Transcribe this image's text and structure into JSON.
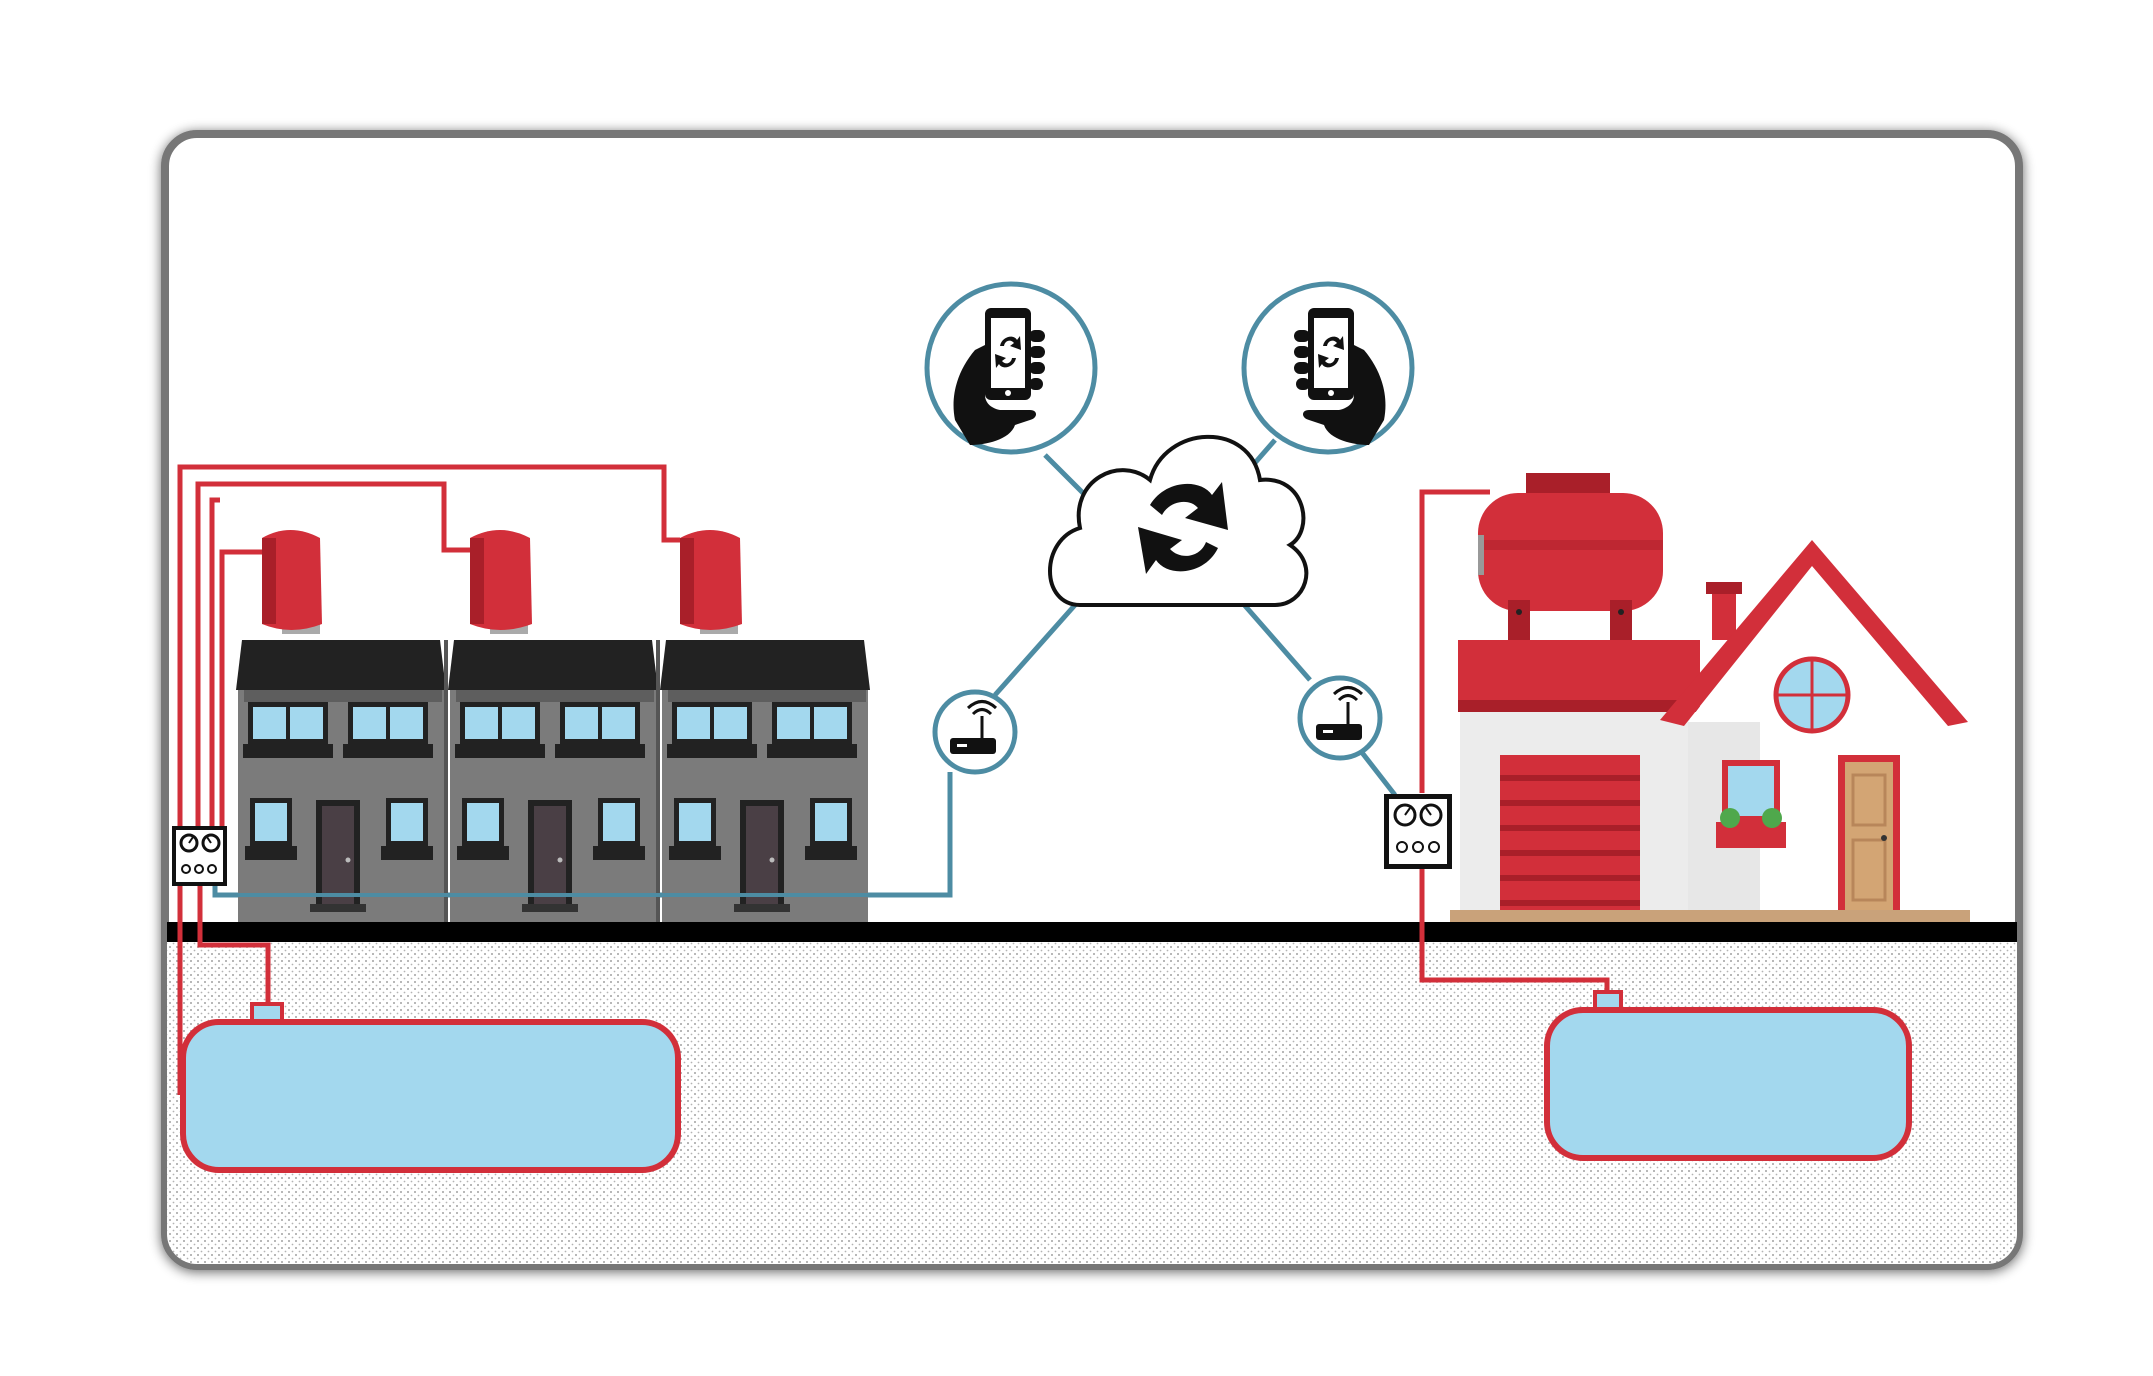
{
  "diagram": {
    "kind": "smart water tank monitoring scene",
    "colors": {
      "pipe": "#d22f3a",
      "tank_red": "#d22f3a",
      "tank_red_dark": "#a91f29",
      "network_line": "#4d8ca3",
      "water": "#a3d8ee",
      "building_grey": "#7b7b7b",
      "roof_dark": "#222222",
      "ground_line": "#000000",
      "frame_border": "#666666"
    },
    "nodes": [
      {
        "id": "cloud",
        "icon": "cloud-sync-icon"
      },
      {
        "id": "phone_left",
        "icon": "hand-phone-sync-icon"
      },
      {
        "id": "phone_right",
        "icon": "hand-phone-sync-icon"
      },
      {
        "id": "gateway_left",
        "icon": "wifi-router-icon"
      },
      {
        "id": "gateway_right",
        "icon": "wifi-router-icon"
      },
      {
        "id": "controller_left",
        "icon": "gauge-panel-icon"
      },
      {
        "id": "controller_right",
        "icon": "gauge-panel-icon"
      },
      {
        "id": "terraced_houses",
        "icon": "terraced-houses-icon"
      },
      {
        "id": "house",
        "icon": "house-icon"
      },
      {
        "id": "underground_tank_left",
        "icon": "underground-tank-icon"
      },
      {
        "id": "underground_tank_right",
        "icon": "underground-tank-icon"
      }
    ],
    "edges": [
      {
        "from": "cloud",
        "to": "phone_left"
      },
      {
        "from": "cloud",
        "to": "phone_right"
      },
      {
        "from": "cloud",
        "to": "gateway_left"
      },
      {
        "from": "cloud",
        "to": "gateway_right"
      },
      {
        "from": "gateway_left",
        "to": "controller_left"
      },
      {
        "from": "gateway_right",
        "to": "controller_right"
      },
      {
        "from": "controller_left",
        "to": "underground_tank_left"
      },
      {
        "from": "controller_right",
        "to": "underground_tank_right"
      }
    ]
  }
}
